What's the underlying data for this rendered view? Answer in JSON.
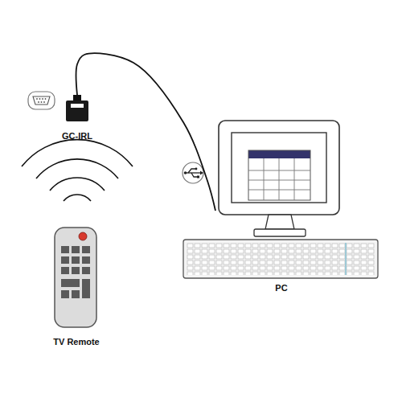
{
  "diagram": {
    "nodes": [
      {
        "text": [
          "GC-IRL"
        ]
      },
      {
        "text": [
          "TV Remote"
        ]
      },
      {
        "text": [
          "PC"
        ]
      }
    ],
    "edges": [
      {
        "from": 0,
        "to": 2,
        "arrow": "none"
      }
    ]
  }
}
